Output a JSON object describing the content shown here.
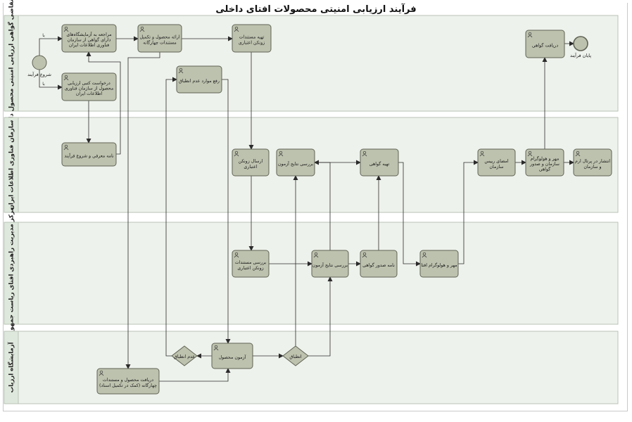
{
  "title": "فرآیند ارزیابی امنیتی محصولات افتای داخلی",
  "colors": {
    "task_fill": "#bdc2ae",
    "task_stroke": "#5f6354",
    "lane_fill": "#eef2ec",
    "lane_stroke": "#b9c3b6",
    "header_fill": "#dfe8dc",
    "line": "#2b2b2b"
  },
  "lanes": [
    {
      "id": "l1",
      "label": "متقاضی گواهی ارزیابی امنیتی محصول داخلی"
    },
    {
      "id": "l2",
      "label": "سازمان فناوری اطلاعات ایران"
    },
    {
      "id": "l3",
      "label": "مرکز مدیریت راهبردی افتای ریاست جمهوری"
    },
    {
      "id": "l4",
      "label": "آزمایشگاه ارزیاب"
    }
  ],
  "events": [
    {
      "id": "start",
      "label": "شروع فرآیند"
    },
    {
      "id": "end",
      "label": "پایان فرآیند"
    }
  ],
  "tasks": [
    {
      "id": "t1",
      "label": [
        "مراجعه به آزمایشگاه‌های",
        "دارای گواهی از سازمان",
        "فناوری اطلاعات ایران"
      ]
    },
    {
      "id": "t2",
      "label": [
        "درخواست کتبی ارزیابی",
        "محصول از سازمان فناوری",
        "اطلاعات ایران"
      ]
    },
    {
      "id": "t3",
      "label": [
        "ارائه محصول و تکمیل",
        "مستندات چهارگانه"
      ]
    },
    {
      "id": "t4",
      "label": [
        "تهیه مستندات",
        "زونکن اعتباری"
      ]
    },
    {
      "id": "t5",
      "label": [
        "رفع موارد عدم انطباق"
      ]
    },
    {
      "id": "t6",
      "label": [
        "دریافت گواهی"
      ]
    },
    {
      "id": "t7",
      "label": [
        "نامه معرفی و شروع فرآیند"
      ]
    },
    {
      "id": "t8",
      "label": [
        "ارسال زونکن",
        "اعتباری"
      ]
    },
    {
      "id": "t9",
      "label": [
        "بررسی نتایج آزمون"
      ]
    },
    {
      "id": "t10",
      "label": [
        "تهیه گواهی"
      ]
    },
    {
      "id": "t11",
      "label": [
        "امضای رییس",
        "سازمان"
      ]
    },
    {
      "id": "t12",
      "label": [
        "مهر و هولوگرام",
        "سازمان و صدور",
        "گواهی"
      ]
    },
    {
      "id": "t13",
      "label": [
        "انتشار در پرتال ارم",
        "و سازمان"
      ]
    },
    {
      "id": "t14",
      "label": [
        "بررسی مستندات",
        "زونکن اعتباری"
      ]
    },
    {
      "id": "t15",
      "label": [
        "بررسی نتایج آزمون"
      ]
    },
    {
      "id": "t16",
      "label": [
        "نامه صدور گواهی"
      ]
    },
    {
      "id": "t17",
      "label": [
        "مهر و هولوگرام افتا"
      ]
    },
    {
      "id": "t18",
      "label": [
        "آزمون محصول"
      ]
    },
    {
      "id": "t19",
      "label": [
        "دریافت محصول و مستندات",
        "چهارگانه (کمک در تکمیل اسناد)"
      ]
    }
  ],
  "gateways": [
    {
      "id": "g1",
      "label": "عدم انطباق"
    },
    {
      "id": "g2",
      "label": "انطباق"
    }
  ],
  "flow_labels": {
    "yes": "با"
  }
}
